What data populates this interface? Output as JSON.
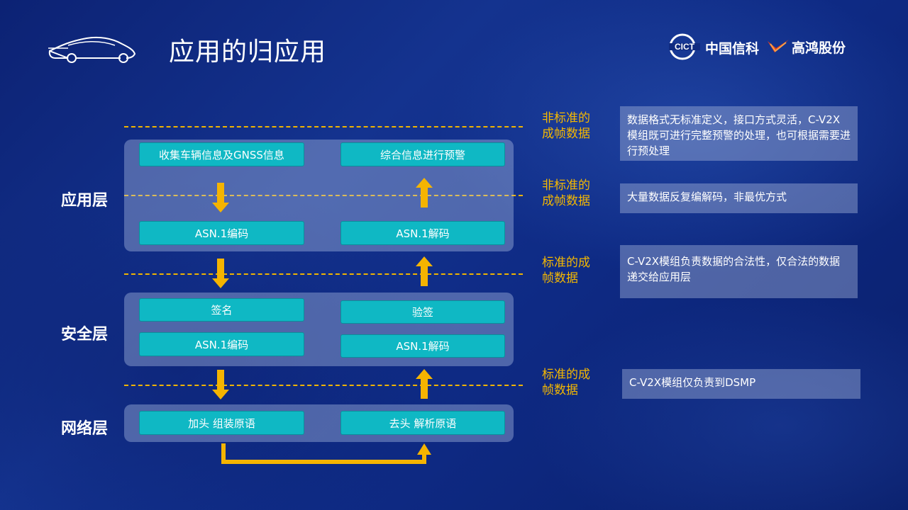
{
  "slide": {
    "title": "应用的归应用",
    "logo_cict_text": "中国信科",
    "logo_cict_mark": "CICT",
    "logo_gohigh_text": "高鸿股份"
  },
  "layers": {
    "application": "应用层",
    "security": "安全层",
    "network": "网络层"
  },
  "boxes": {
    "collect": "收集车辆信息及GNSS信息",
    "warn": "综合信息进行预警",
    "app_encode": "ASN.1编码",
    "app_decode": "ASN.1解码",
    "sign": "签名",
    "verify": "验签",
    "sec_encode": "ASN.1编码",
    "sec_decode": "ASN.1解码",
    "add_header": "加头 组装原语",
    "remove_header": "去头 解析原语"
  },
  "annotations": [
    {
      "label": "非标准的\n成帧数据",
      "note": "数据格式无标准定义，接口方式灵活，C-V2X模组既可进行完整预警的处理，也可根据需要进行预处理"
    },
    {
      "label": "非标准的\n成帧数据",
      "note": "大量数据反复编解码，非最优方式"
    },
    {
      "label": "标准的成\n帧数据",
      "note": "C-V2X模组负责数据的合法性，仅合法的数据递交给应用层"
    },
    {
      "label": "标准的成\n帧数据",
      "note": "C-V2X模组仅负责到DSMP"
    }
  ],
  "colors": {
    "accent": "#f5b800",
    "box": "#0fb8c4",
    "arrow": "#f5b400"
  }
}
